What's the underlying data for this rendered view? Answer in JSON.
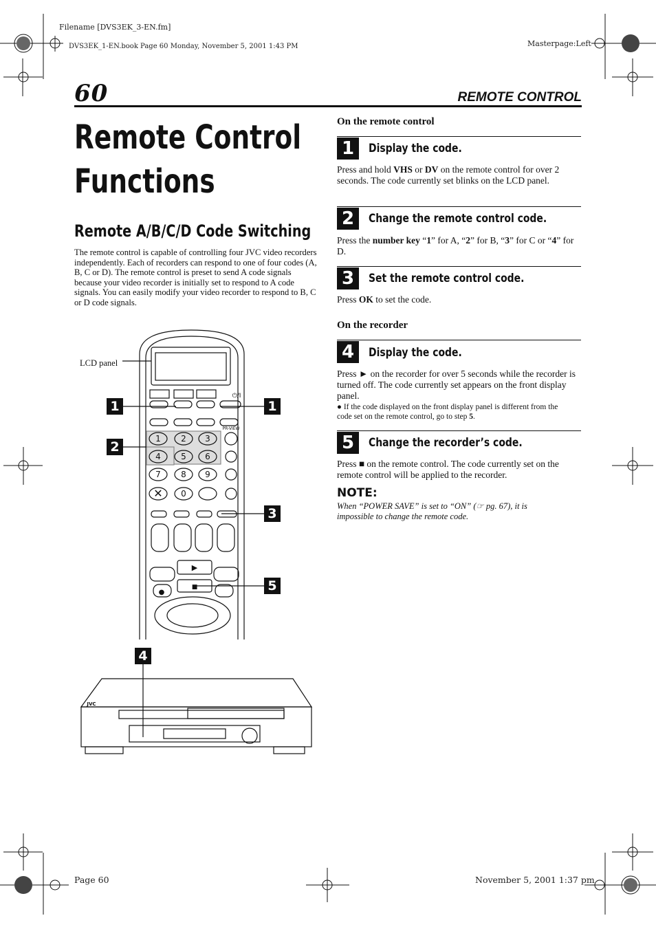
{
  "meta": {
    "filename": "Filename [DVS3EK_3-EN.fm]",
    "book": "DVS3EK_1-EN.book  Page 60  Monday, November 5, 2001  1:43 PM",
    "masterpage": "Masterpage:Left",
    "footer_page": "Page 60",
    "footer_date": "November 5, 2001 1:37 pm"
  },
  "header": {
    "page_number": "60",
    "section": "REMOTE CONTROL"
  },
  "title_line1": "Remote Control",
  "title_line2": "Functions",
  "subtitle": "Remote A/B/C/D Code Switching",
  "intro": "The remote control is capable of controlling four JVC video recorders independently. Each of recorders can respond to one of four codes (A, B, C or D). The remote control is preset to send A code signals because your video recorder is initially set to respond to A code signals. You can easily modify your video recorder to respond to B, C or D code signals.",
  "figure": {
    "lcd_label": "LCD panel",
    "preview_label": "PR-VIEW",
    "brand": "JVC",
    "keys": [
      "1",
      "2",
      "3",
      "4",
      "5",
      "6",
      "7",
      "8",
      "9",
      "0"
    ],
    "callouts": [
      "1",
      "1",
      "2",
      "3",
      "5",
      "4"
    ]
  },
  "remote_section": "On the remote control",
  "recorder_section": "On the recorder",
  "steps": [
    {
      "num": "1",
      "title": "Display the code.",
      "t1": "Press and hold ",
      "b1": "VHS",
      "t2": " or ",
      "b2": "DV",
      "t3": " on the remote control for over 2 seconds. The code currently set blinks on the LCD panel."
    },
    {
      "num": "2",
      "title": "Change the remote control code.",
      "t1": "Press the ",
      "b1": "number key",
      "t2": " “",
      "b2": "1",
      "t3": "” for A, “",
      "b3": "2",
      "t4": "” for B, “",
      "b4": "3",
      "t5": "” for C or “",
      "b5": "4",
      "t6": "” for D."
    },
    {
      "num": "3",
      "title": "Set the remote control code.",
      "t1": "Press ",
      "b1": "OK",
      "t2": " to set the code."
    },
    {
      "num": "4",
      "title": "Display the code.",
      "t1": "Press ► on the recorder for over 5 seconds while the recorder is turned off. The code currently set appears on the front display panel.",
      "bullet": "If the code displayed on the front display panel is different from the code set on the remote control, go to step ",
      "bullet_b": "5",
      "bullet_end": "."
    },
    {
      "num": "5",
      "title": "Change the recorder’s code.",
      "t1": "Press ■ on the remote control. The code currently set on the remote control will be applied to the recorder."
    }
  ],
  "note": {
    "heading": "NOTE:",
    "text": "When “POWER SAVE” is set to “ON” (☞ pg. 67), it is impossible to change the remote code."
  }
}
